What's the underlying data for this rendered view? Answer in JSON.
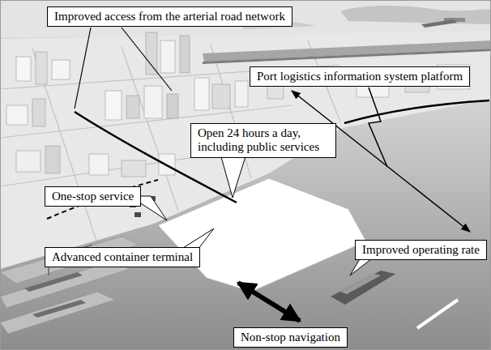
{
  "diagram": {
    "nodes": [
      {
        "text": [
          "Improved access from the arterial road network"
        ]
      },
      {
        "text": [
          "Port logistics information system platform"
        ]
      },
      {
        "text": [
          "Open 24 hours a day, including public services"
        ]
      },
      {
        "text": [
          "One-stop service"
        ]
      },
      {
        "text": [
          "Improved operating rate"
        ]
      },
      {
        "text": [
          "Advanced container terminal"
        ]
      },
      {
        "text": [
          "Non-stop navigation"
        ]
      }
    ]
  }
}
